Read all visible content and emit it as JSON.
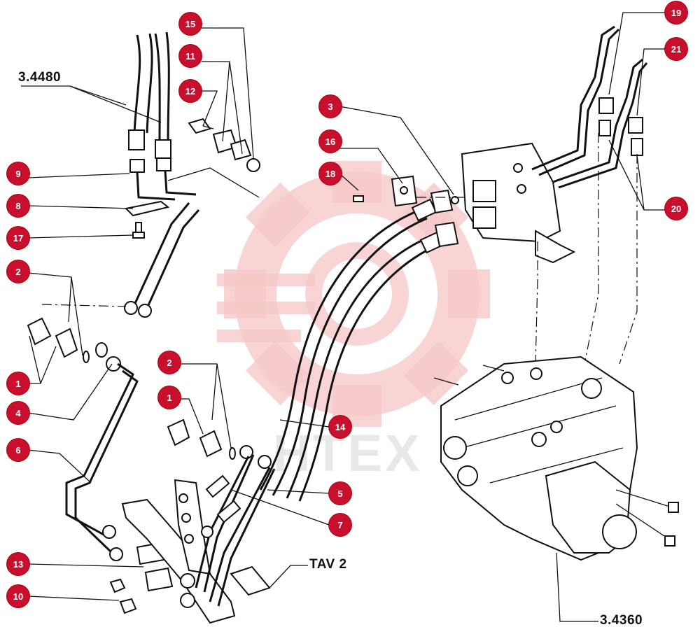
{
  "colors": {
    "badge": "#c8102e",
    "watermark": "#f6c9c9"
  },
  "watermark": {
    "text": "HTEX"
  },
  "references": {
    "ref_34480": "3.4480",
    "ref_tav2": "TAV 2",
    "ref_34360": "3.4360"
  },
  "callouts": [
    {
      "key": "c15",
      "label": "15"
    },
    {
      "key": "c11",
      "label": "11"
    },
    {
      "key": "c12",
      "label": "12"
    },
    {
      "key": "c9",
      "label": "9"
    },
    {
      "key": "c8",
      "label": "8"
    },
    {
      "key": "c17",
      "label": "17"
    },
    {
      "key": "c2a",
      "label": "2"
    },
    {
      "key": "c1a",
      "label": "1"
    },
    {
      "key": "c4",
      "label": "4"
    },
    {
      "key": "c6",
      "label": "6"
    },
    {
      "key": "c13",
      "label": "13"
    },
    {
      "key": "c10",
      "label": "10"
    },
    {
      "key": "c3",
      "label": "3"
    },
    {
      "key": "c16",
      "label": "16"
    },
    {
      "key": "c18",
      "label": "18"
    },
    {
      "key": "c2b",
      "label": "2"
    },
    {
      "key": "c1b",
      "label": "1"
    },
    {
      "key": "c14",
      "label": "14"
    },
    {
      "key": "c5",
      "label": "5"
    },
    {
      "key": "c7",
      "label": "7"
    },
    {
      "key": "c19",
      "label": "19"
    },
    {
      "key": "c21",
      "label": "21"
    },
    {
      "key": "c20",
      "label": "20"
    }
  ]
}
